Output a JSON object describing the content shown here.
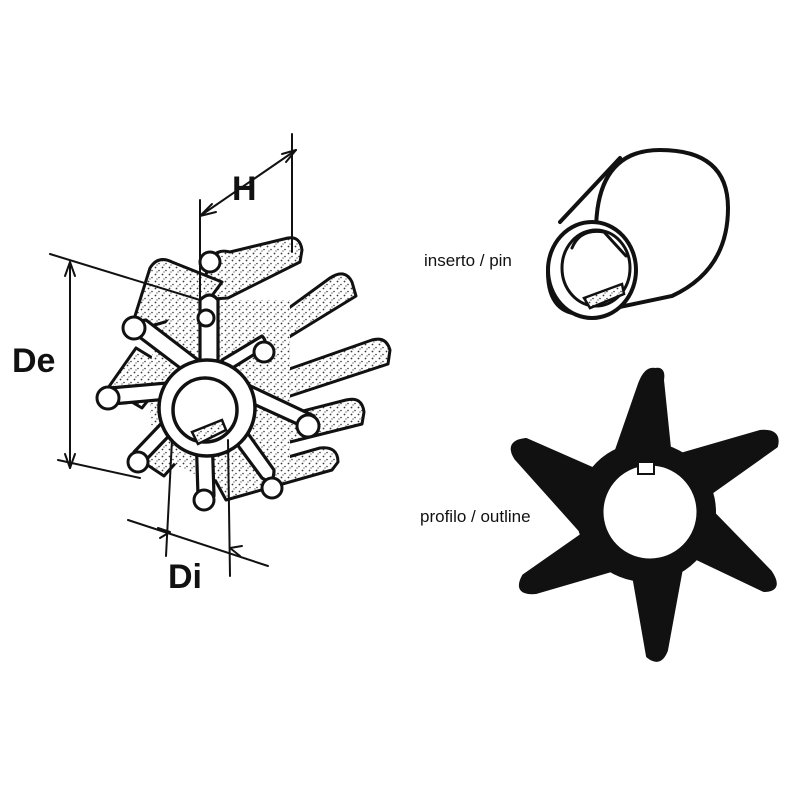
{
  "labels": {
    "height": "H",
    "outer_diameter": "De",
    "inner_diameter": "Di",
    "insert": "inserto / pin",
    "profile": "profilo / outline"
  },
  "colors": {
    "ink": "#111111",
    "paper": "#ffffff",
    "stipple": "#3a3a3a"
  }
}
